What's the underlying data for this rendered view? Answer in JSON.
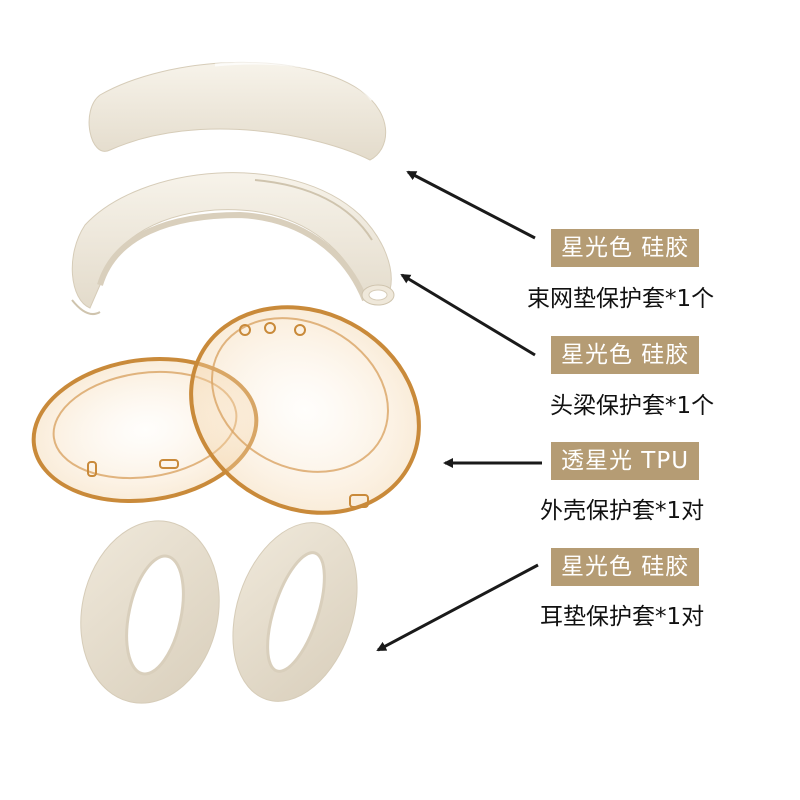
{
  "callouts": [
    {
      "tag": "星光色 硅胶",
      "description": "束网垫保护套*1个"
    },
    {
      "tag": "星光色 硅胶",
      "description": "头梁保护套*1个"
    },
    {
      "tag": "透星光 TPU",
      "description": "外壳保护套*1对"
    },
    {
      "tag": "星光色 硅胶",
      "description": "耳垫保护套*1对"
    }
  ],
  "colors": {
    "tag_background": "#b59c74",
    "silicone": "#f1ece1",
    "tpu_edge": "#c98a3a",
    "arrow": "#1a1a1a"
  },
  "items": [
    "mesh-pad-cover",
    "headband-cover",
    "shell-case-pair",
    "ear-pad-cover-pair"
  ]
}
